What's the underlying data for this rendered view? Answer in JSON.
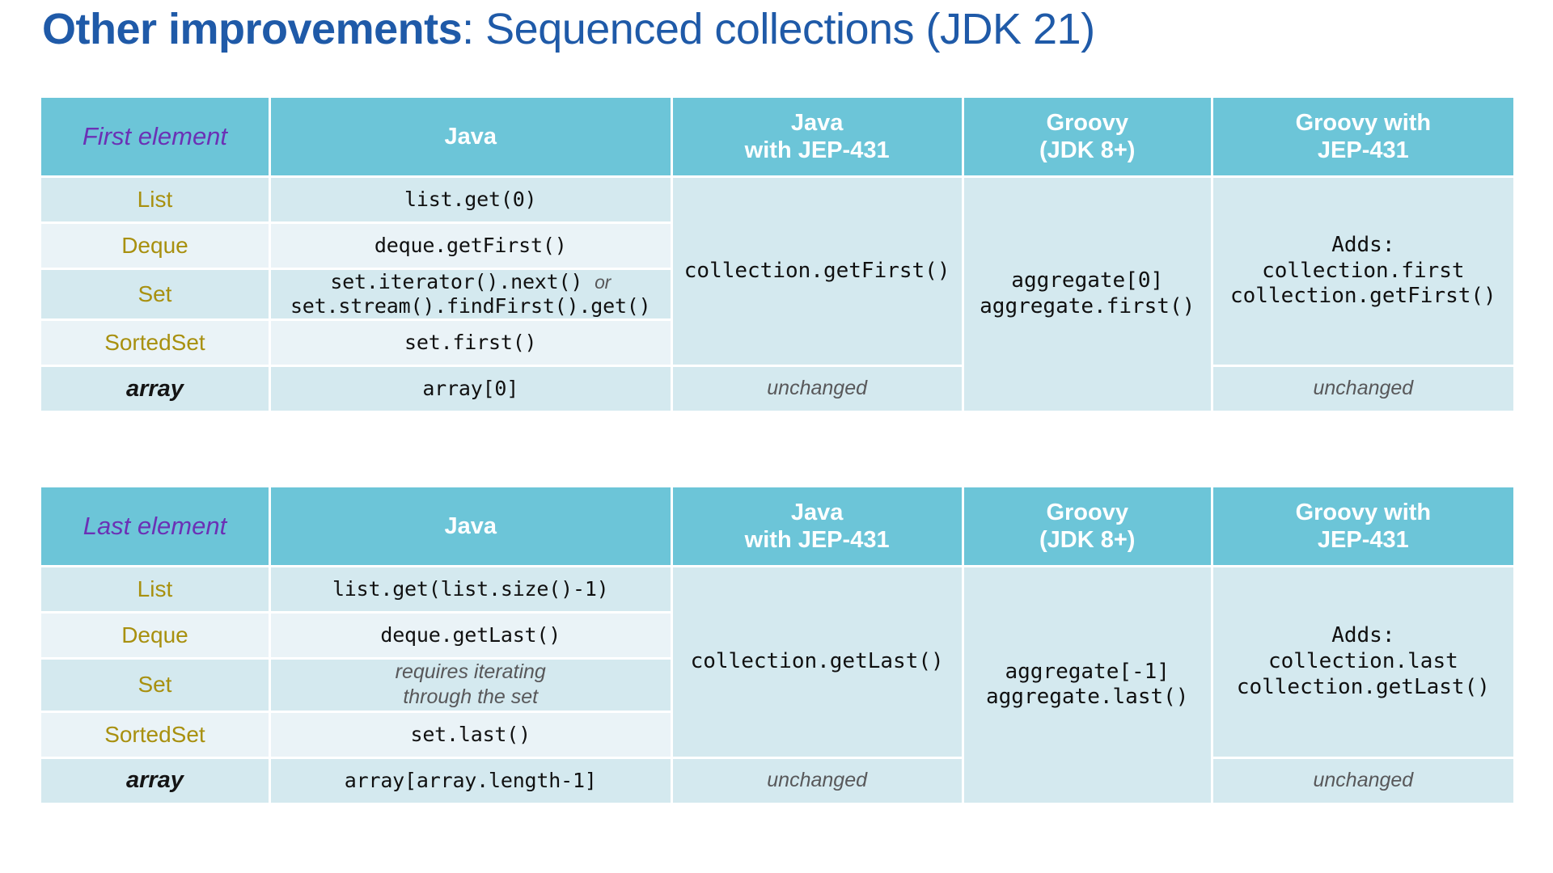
{
  "title": {
    "bold_part": "Other improvements",
    "rest_part": ": Sequenced collections (JDK 21)"
  },
  "colors": {
    "title_blue": "#1F5AA8",
    "header_teal": "#6CC5D8",
    "header_label_purple": "#6B31B5",
    "row_dark": "#D4E9EF",
    "row_light": "#EAF3F7",
    "category_olive": "#A8900F",
    "note_gray": "#58585A",
    "code_black": "#101010"
  },
  "tables": [
    {
      "id": "first",
      "header": {
        "label": "First element",
        "columns": [
          {
            "line1": "Java",
            "line2": ""
          },
          {
            "line1": "Java",
            "line2": "with JEP-431"
          },
          {
            "line1": "Groovy",
            "line2": "(JDK 8+)"
          },
          {
            "line1": "Groovy with",
            "line2": "JEP-431"
          }
        ]
      },
      "rows": [
        {
          "category": "List",
          "java_lines": [
            "list.get(0)"
          ]
        },
        {
          "category": "Deque",
          "java_lines": [
            "deque.getFirst()"
          ]
        },
        {
          "category": "Set",
          "java_lines": [
            "set.iterator().next()",
            "set.stream().findFirst().get()"
          ],
          "java_or": "or"
        },
        {
          "category": "SortedSet",
          "java_lines": [
            "set.first()"
          ]
        },
        {
          "category": "array",
          "java_lines": [
            "array[0]"
          ],
          "is_array": true
        }
      ],
      "merged": {
        "jep_main": "collection.getFirst()",
        "jep_array": "unchanged",
        "groovy_lines": [
          "aggregate[0]",
          "aggregate.first()"
        ],
        "groovy_jep_adds": "Adds:",
        "groovy_jep_lines": [
          "collection.first",
          "collection.getFirst()"
        ],
        "groovy_jep_array": "unchanged"
      }
    },
    {
      "id": "last",
      "header": {
        "label": "Last element",
        "columns": [
          {
            "line1": "Java",
            "line2": ""
          },
          {
            "line1": "Java",
            "line2": "with JEP-431"
          },
          {
            "line1": "Groovy",
            "line2": "(JDK 8+)"
          },
          {
            "line1": "Groovy with",
            "line2": "JEP-431"
          }
        ]
      },
      "rows": [
        {
          "category": "List",
          "java_lines": [
            "list.get(list.size()-1)"
          ]
        },
        {
          "category": "Deque",
          "java_lines": [
            "deque.getLast()"
          ]
        },
        {
          "category": "Set",
          "java_note_lines": [
            "requires iterating",
            "through the set"
          ]
        },
        {
          "category": "SortedSet",
          "java_lines": [
            "set.last()"
          ]
        },
        {
          "category": "array",
          "java_lines": [
            "array[array.length-1]"
          ],
          "is_array": true
        }
      ],
      "merged": {
        "jep_main": "collection.getLast()",
        "jep_array": "unchanged",
        "groovy_lines": [
          "aggregate[-1]",
          "aggregate.last()"
        ],
        "groovy_jep_adds": "Adds:",
        "groovy_jep_lines": [
          "collection.last",
          "collection.getLast()"
        ],
        "groovy_jep_array": "unchanged"
      }
    }
  ]
}
